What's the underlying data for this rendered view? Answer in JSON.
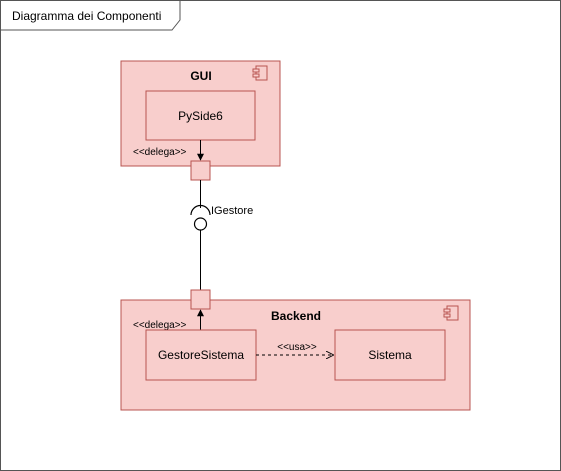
{
  "frame": {
    "title": "Diagramma dei Componenti"
  },
  "components": {
    "gui": {
      "title": "GUI",
      "inner": "PySide6",
      "delegate_label": "<<delega>>"
    },
    "backend": {
      "title": "Backend",
      "delegate_label": "<<delega>>"
    }
  },
  "parts": {
    "gestore_sistema": "GestoreSistema",
    "sistema": "Sistema"
  },
  "relations": {
    "interface": "IGestore",
    "uses": "<<usa>>"
  },
  "colors": {
    "component_fill": "#f8cecc",
    "component_stroke": "#b85450",
    "line": "#000000",
    "frame_stroke": "#555555"
  }
}
